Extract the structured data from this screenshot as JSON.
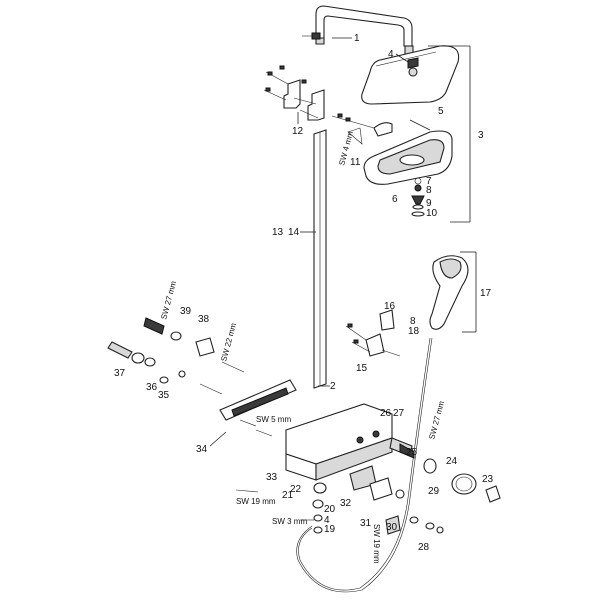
{
  "callouts": {
    "c1": "1",
    "c2": "2",
    "c3": "3",
    "c4": "4",
    "c5": "5",
    "c6": "6",
    "c7": "7",
    "c8": "8",
    "c9": "9",
    "c10": "10",
    "c11": "11",
    "c12": "12",
    "c13": "13",
    "c14": "14",
    "c15": "15",
    "c16": "16",
    "c17": "17",
    "c18": "18",
    "c8b": "8",
    "c19": "19",
    "c20": "20",
    "c4b": "4",
    "c21": "21",
    "c22": "22",
    "c23": "23",
    "c24": "24",
    "c25": "25",
    "c26": "26",
    "c27": "27",
    "c28": "28",
    "c29": "29",
    "c30": "30",
    "c31": "31",
    "c32": "32",
    "c33": "33",
    "c34": "34",
    "c35": "35",
    "c36": "36",
    "c37": "37",
    "c38": "38",
    "c39": "39"
  },
  "tool_labels": {
    "sw4": "SW 4 mm",
    "sw27a": "SW 27 mm",
    "sw22": "SW 22 mm",
    "sw5": "SW 5 mm",
    "sw27b": "SW 27 mm",
    "sw19a": "SW 19 mm",
    "sw3": "SW 3 mm",
    "sw19b": "SW 19 mm"
  }
}
